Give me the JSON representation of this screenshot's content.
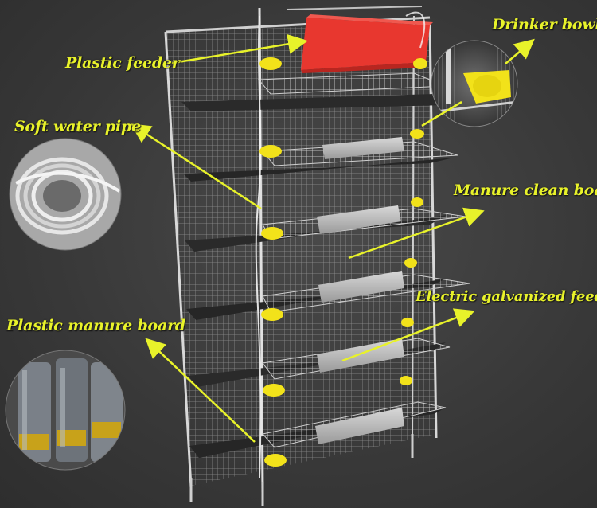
{
  "labels": {
    "plastic_feeder": "Plastic feeder",
    "drinker_bowl": "Drinker bowl",
    "soft_water_pipe": "Soft water pipe",
    "manure_clean_board": "Manure clean board",
    "electric_galvanized_feeder": "Electric galvanized feeder",
    "plastic_manure_board": "Plastic  manure board"
  },
  "colors": {
    "label": "#e8f22a",
    "arrow": "#e8f22a",
    "background": "#3a3a3a",
    "cage_wire": "#c8c8c8",
    "red_feeder": "#e8372f",
    "yellow_drinker": "#f2e21a",
    "manure_board": "#2a2a2a"
  },
  "icons": {
    "drinker_inset": "drinker-bowl-closeup-icon",
    "pipe_inset": "water-pipe-coil-icon",
    "manure_board_inset": "manure-board-rolls-icon"
  }
}
